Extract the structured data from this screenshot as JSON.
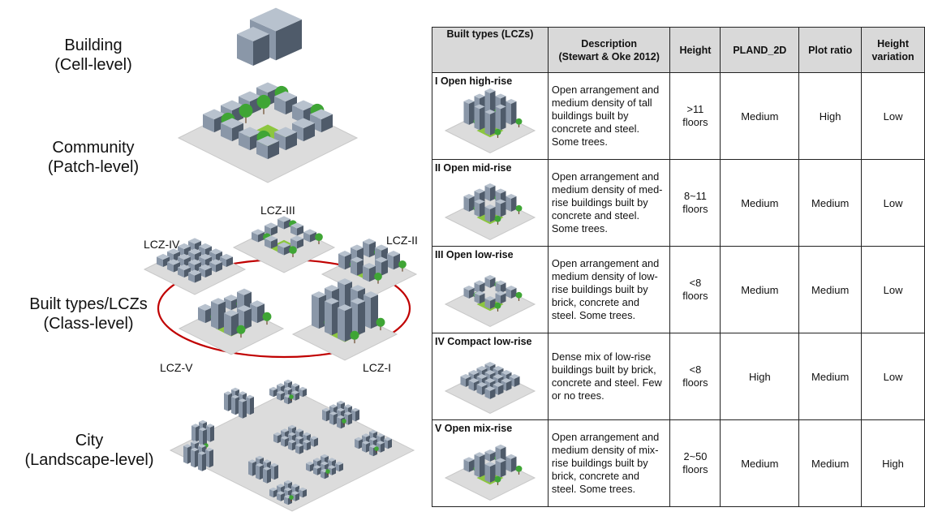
{
  "levels": [
    {
      "line1": "Building",
      "line2": "(Cell-level)"
    },
    {
      "line1": "Community",
      "line2": "(Patch-level)"
    },
    {
      "line1": "Built types/LCZs",
      "line2": "(Class-level)"
    },
    {
      "line1": "City",
      "line2": "(Landscape-level)"
    }
  ],
  "lcz_labels": {
    "i": "LCZ-I",
    "ii": "LCZ-II",
    "iii": "LCZ-III",
    "iv": "LCZ-IV",
    "v": "LCZ-V"
  },
  "colors": {
    "building": "#8a97a8",
    "building_dark": "#4f5b6a",
    "ground": "#dcdcdc",
    "green": "#8cc63f",
    "tree": "#3fa535",
    "ring": "#c00000",
    "header_bg": "#d9d9d9"
  },
  "table": {
    "headers": {
      "type": "Built types (LCZs)",
      "desc_line1": "Description",
      "desc_line2": "(Stewart & Oke 2012)",
      "height": "Height",
      "pland": "PLAND_2D",
      "plot": "Plot ratio",
      "hv_line1": "Height",
      "hv_line2": "variation"
    },
    "rows": [
      {
        "type": "I Open high-rise",
        "desc": "Open arrangement and medium density of tall buildings built by concrete and steel. Some trees.",
        "height_line1": ">11",
        "height_line2": "floors",
        "pland": "Medium",
        "plot": "High",
        "hv": "Low"
      },
      {
        "type": "II Open mid-rise",
        "desc": "Open arrangement and medium density of med-rise buildings built by concrete and steel. Some trees.",
        "height_line1": "8~11",
        "height_line2": "floors",
        "pland": "Medium",
        "plot": "Medium",
        "hv": "Low"
      },
      {
        "type": "III Open low-rise",
        "desc": "Open arrangement and medium density of low-rise buildings built by brick, concrete and steel. Some trees.",
        "height_line1": "<8",
        "height_line2": "floors",
        "pland": "Medium",
        "plot": "Medium",
        "hv": "Low"
      },
      {
        "type": "IV Compact low-rise",
        "desc": "Dense mix of low-rise buildings built by brick, concrete and steel. Few or no trees.",
        "height_line1": "<8",
        "height_line2": "floors",
        "pland": "High",
        "plot": "Medium",
        "hv": "Low"
      },
      {
        "type": "V Open mix-rise",
        "desc": "Open arrangement and medium density of mix-rise buildings built by brick, concrete and steel. Some trees.",
        "height_line1": "2~50",
        "height_line2": "floors",
        "pland": "Medium",
        "plot": "Medium",
        "hv": "High"
      }
    ]
  }
}
